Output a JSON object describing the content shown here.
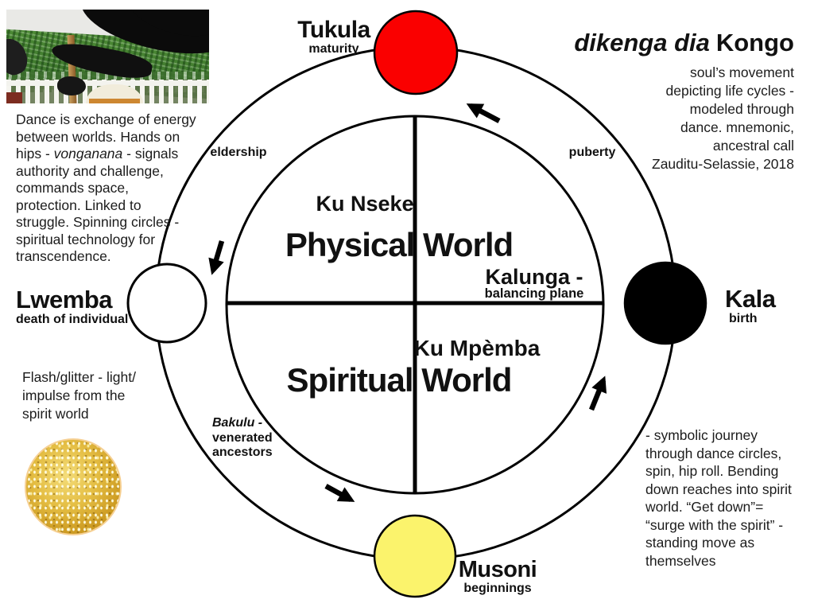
{
  "title": {
    "italic_part": "dikenga dia",
    "bold_part": "Kongo"
  },
  "credit": {
    "lines": [
      "soul’s movement",
      "depicting life cycles -",
      "modeled through",
      "dance. mnemonic,",
      "ancestral call",
      "Zauditu-Selassie, 2018"
    ]
  },
  "dance_note": {
    "lines": [
      "Dance is exchange of energy",
      "between worlds. Hands on",
      [
        {
          "t": "hips - "
        },
        {
          "t": "vonganana",
          "i": true
        },
        {
          "t": " - signals"
        }
      ],
      "authority and challenge,",
      "commands space,",
      "protection. Linked to",
      "struggle. Spinning circles -",
      "spiritual technology for",
      "transcendence."
    ]
  },
  "flash_note": {
    "lines": [
      "Flash/glitter - light/",
      "impulse from the",
      "spirit world"
    ]
  },
  "journey_note": {
    "lines": [
      "- symbolic journey",
      "through dance circles,",
      "spin, hip roll. Bending",
      "down reaches into spirit",
      "world.  “Get down”=",
      "“surge with the spirit” -",
      "standing move as",
      "themselves"
    ]
  },
  "stations": {
    "top": {
      "name": "Tukula",
      "meaning": "maturity",
      "color": "#fa0000"
    },
    "right": {
      "name": "Kala",
      "meaning": "birth",
      "color": "#000000"
    },
    "bottom": {
      "name": "Musoni",
      "meaning": "beginnings",
      "color": "#fbf36c"
    },
    "left": {
      "name": "Lwemba",
      "meaning": "death of individual",
      "color": "#ffffff"
    }
  },
  "ring_labels": {
    "upper_left": "eldership",
    "upper_right": "puberty",
    "lower_left": {
      "lines": [
        [
          {
            "t": "Bakulu -",
            "i": true
          }
        ],
        "venerated",
        "ancestors"
      ]
    }
  },
  "quadrants": {
    "upper_name": "Ku Nseke",
    "upper_world": "Physical World",
    "axis_name": "Kalunga -",
    "axis_sub": "balancing plane",
    "lower_name": "Ku Mpèmba",
    "lower_world": "Spiritual World"
  },
  "glitter": {
    "color": "#cd9b22"
  },
  "diagram": {
    "line_color": "#000000",
    "cycle_direction": "counterclockwise"
  }
}
